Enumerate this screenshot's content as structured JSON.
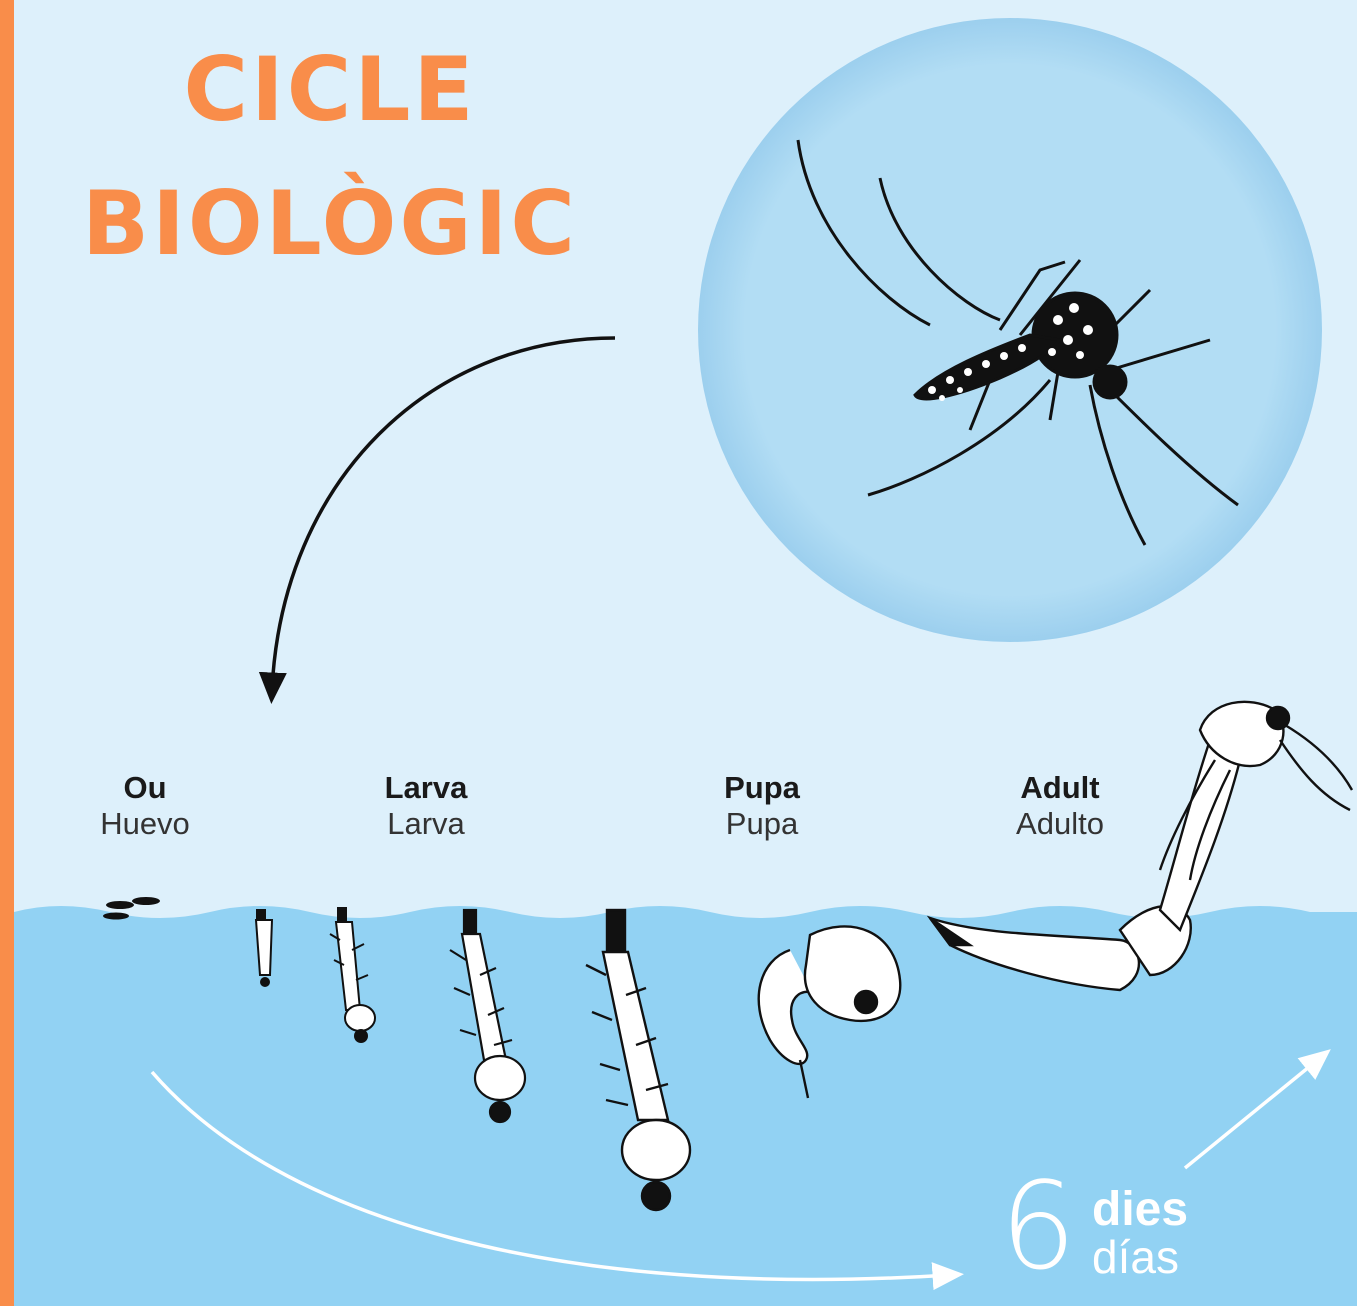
{
  "title": {
    "line1": "CICLE",
    "line2": "BIOLÒGIC"
  },
  "stages": [
    {
      "name_ca": "Ou",
      "name_es": "Huevo"
    },
    {
      "name_ca": "Larva",
      "name_es": "Larva"
    },
    {
      "name_ca": "Pupa",
      "name_es": "Pupa"
    },
    {
      "name_ca": "Adult",
      "name_es": "Adulto"
    }
  ],
  "duration": {
    "number": "6",
    "unit_ca": "dies",
    "unit_es": "días"
  },
  "colors": {
    "accent": "#f98d4a",
    "background": "#ddf0fb",
    "water": "#92d2f3",
    "circle": "#b2ddf4",
    "ink": "#111111"
  }
}
